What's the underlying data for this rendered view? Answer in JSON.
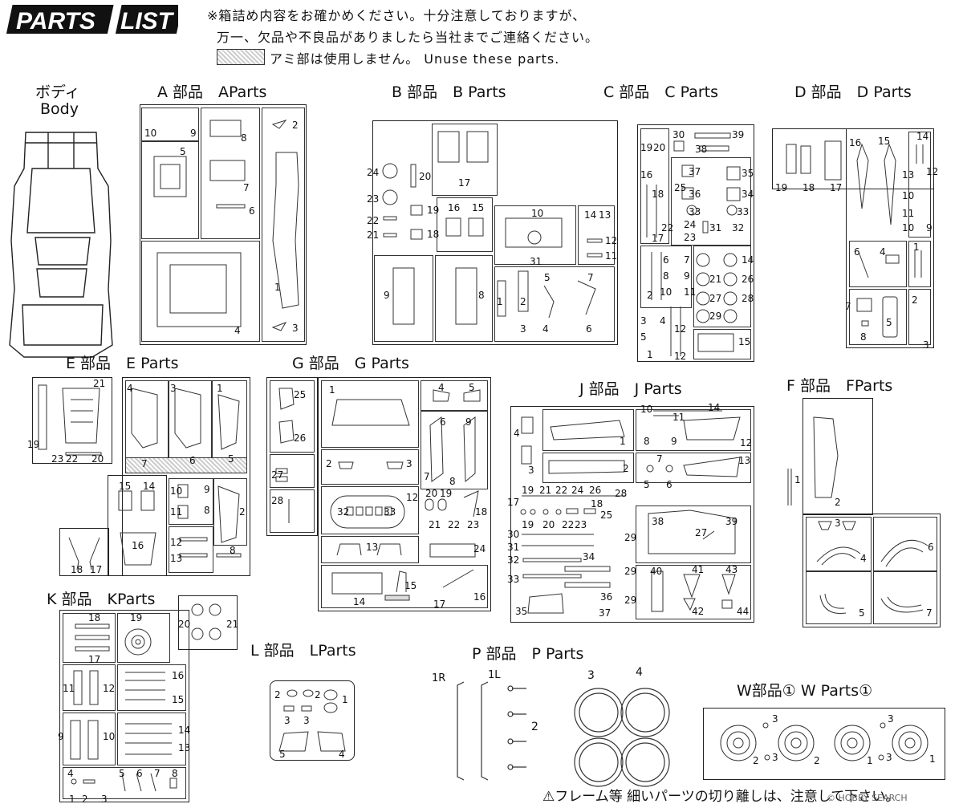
{
  "header": {
    "title_logo": "PARTS LIST",
    "notice_line1": "※箱詰め内容をお確かめください。十分注意しておりますが、",
    "notice_line2": "万一、欠品や不良品がありましたら当社までご連絡ください。",
    "unused_note": "アミ部は使用しません。 Unuse these parts."
  },
  "sections": {
    "body": {
      "jp": "ボディ",
      "en": "Body"
    },
    "a": "A 部品　AParts",
    "b": "B 部品　B  Parts",
    "c": "C 部品　C  Parts",
    "d": "D 部品　D  Parts",
    "e": "E 部品　E  Parts",
    "g": "G 部品　G  Parts",
    "j": "J  部品　J  Parts",
    "f": "F 部品　FParts",
    "k": "K 部品　KParts",
    "l": "L 部品　LParts",
    "p": "P 部品　P  Parts",
    "w": "W部品①  W Parts①"
  },
  "part_numbers": {
    "a": [
      "10",
      "9",
      "2",
      "8",
      "5",
      "7",
      "6",
      "1",
      "4",
      "3"
    ],
    "b": [
      "24",
      "20",
      "23",
      "19",
      "22",
      "18",
      "21",
      "17",
      "16",
      "15",
      "10",
      "14",
      "13",
      "12",
      "11",
      "31",
      "9",
      "8",
      "1",
      "2",
      "3",
      "5",
      "4",
      "7",
      "6"
    ],
    "c": [
      "30",
      "39",
      "19",
      "20",
      "38",
      "16",
      "18",
      "25",
      "37",
      "36",
      "35",
      "34",
      "33",
      "33",
      "22",
      "24",
      "23",
      "31",
      "32",
      "17",
      "6",
      "7",
      "14",
      "8",
      "9",
      "21",
      "26",
      "10",
      "11",
      "28",
      "27",
      "2",
      "29",
      "3",
      "4",
      "5",
      "12",
      "12",
      "15",
      "1"
    ],
    "d": [
      "14",
      "16",
      "15",
      "13",
      "12",
      "19",
      "18",
      "17",
      "10",
      "11",
      "10",
      "9",
      "6",
      "4",
      "1",
      "7",
      "8",
      "5",
      "2",
      "3"
    ],
    "e": [
      "21",
      "19",
      "23",
      "22",
      "20",
      "4",
      "3",
      "1",
      "7",
      "6",
      "5",
      "15",
      "14",
      "10",
      "9",
      "11",
      "8",
      "2",
      "16",
      "12",
      "13",
      "18",
      "17",
      "8"
    ],
    "g": [
      "25",
      "26",
      "27",
      "28",
      "1",
      "4",
      "5",
      "2",
      "3",
      "6",
      "9",
      "7",
      "8",
      "20",
      "19",
      "12",
      "32",
      "33",
      "18",
      "21",
      "22",
      "23",
      "24",
      "13",
      "15",
      "14",
      "17",
      "16"
    ],
    "j": [
      "10",
      "11",
      "14",
      "4",
      "8",
      "9",
      "1",
      "12",
      "3",
      "7",
      "2",
      "6",
      "5",
      "13",
      "19",
      "21",
      "22",
      "24",
      "26",
      "28",
      "17",
      "18",
      "25",
      "19",
      "20",
      "22",
      "23",
      "38",
      "39",
      "30",
      "29",
      "31",
      "27",
      "32",
      "34",
      "33",
      "29",
      "40",
      "41",
      "43",
      "35",
      "36",
      "37",
      "29",
      "42",
      "44"
    ],
    "f": [
      "1",
      "2",
      "3",
      "4",
      "6",
      "5",
      "7"
    ],
    "k": [
      "18",
      "19",
      "20",
      "21",
      "17",
      "11",
      "12",
      "16",
      "15",
      "9",
      "10",
      "14",
      "13",
      "4",
      "5",
      "6",
      "7",
      "8",
      "1",
      "2",
      "3"
    ],
    "l": [
      "2",
      "2",
      "1",
      "3",
      "3",
      "5",
      "4"
    ],
    "p": [
      "1R",
      "1L",
      "2",
      "3",
      "4"
    ],
    "w": [
      "3",
      "3",
      "2",
      "3",
      "2",
      "1",
      "3",
      "1"
    ]
  },
  "footer": {
    "warning": "⚠フレーム等 細いパーツの切り離しは、注意して下さい。",
    "watermark": "© HOBBY SEARCH"
  }
}
